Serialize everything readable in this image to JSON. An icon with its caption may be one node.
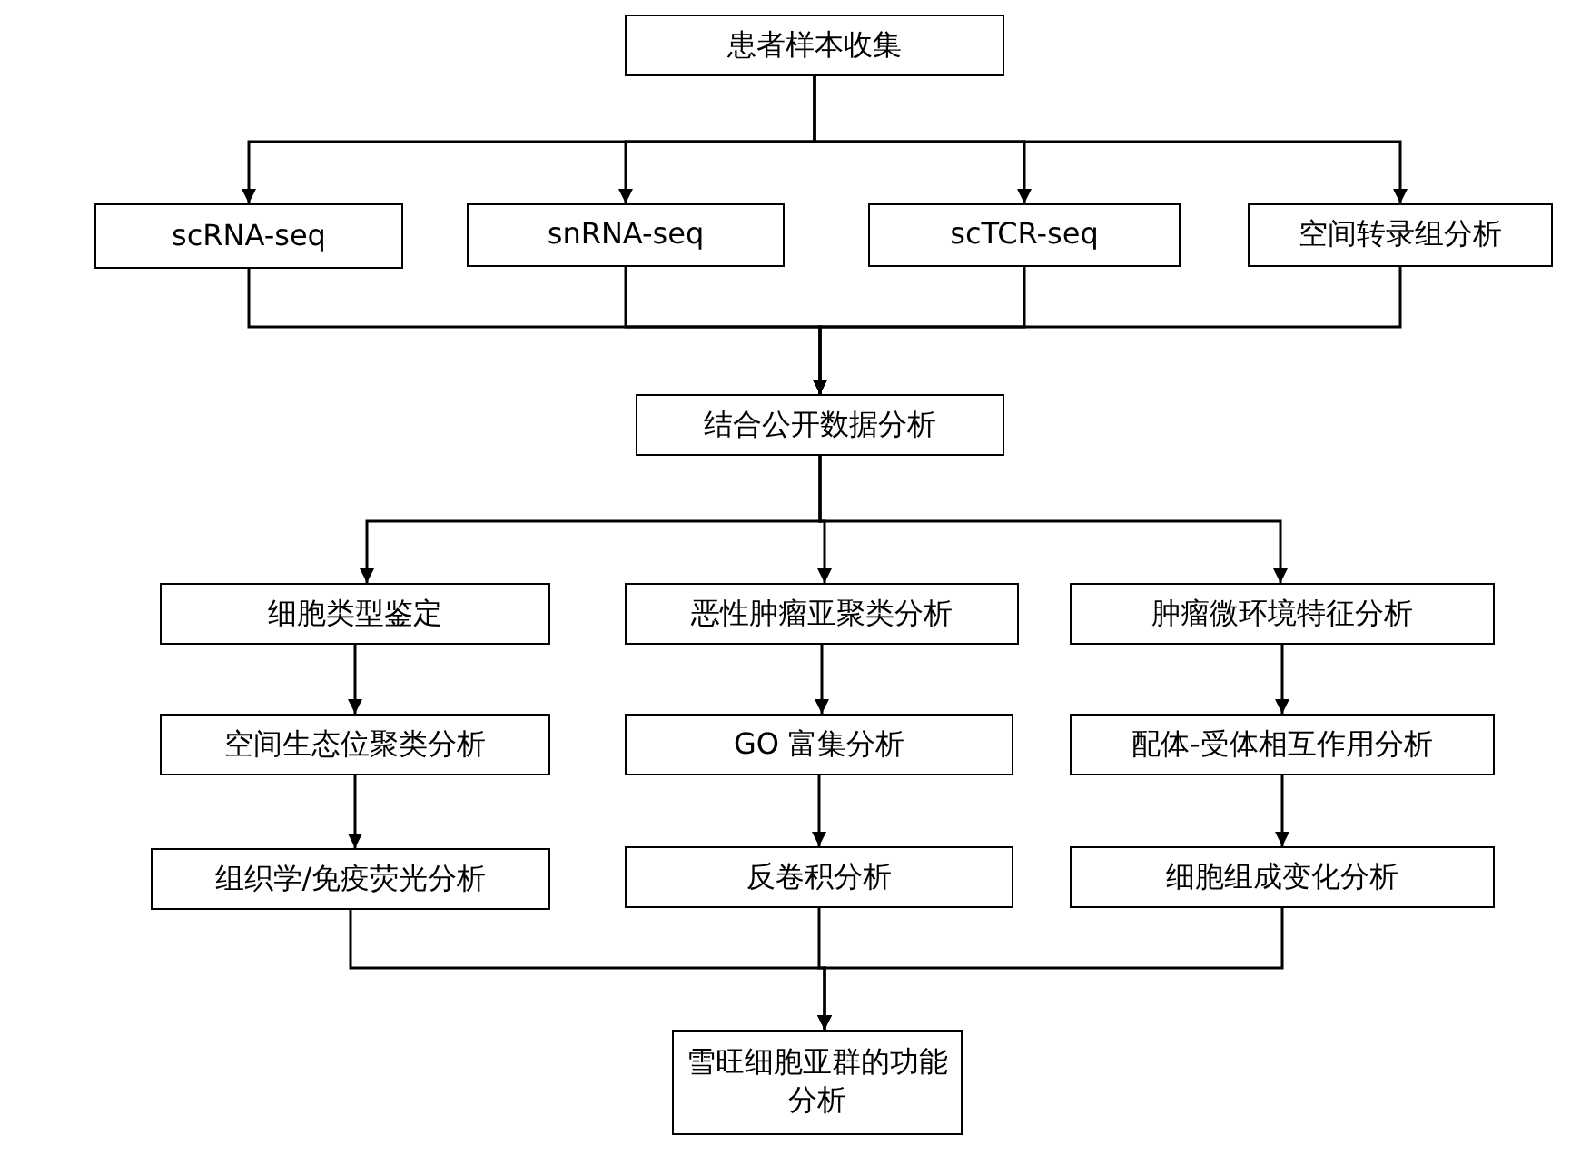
{
  "diagram": {
    "nodes": [
      {
        "text": [
          "患者样本收集"
        ]
      },
      {
        "text": [
          "scRNA-seq"
        ]
      },
      {
        "text": [
          "snRNA-seq"
        ]
      },
      {
        "text": [
          "scTCR-seq"
        ]
      },
      {
        "text": [
          "空间转录组分析"
        ]
      },
      {
        "text": [
          "结合公开数据分析"
        ]
      },
      {
        "text": [
          "细胞类型鉴定"
        ]
      },
      {
        "text": [
          "恶性肿瘤亚聚类分析"
        ]
      },
      {
        "text": [
          "肿瘤微环境特征分析"
        ]
      },
      {
        "text": [
          "空间生态位聚类分析"
        ]
      },
      {
        "text": [
          "GO 富集分析"
        ]
      },
      {
        "text": [
          "配体-受体相互作用分析"
        ]
      },
      {
        "text": [
          "组织学/免疫荧光分析"
        ]
      },
      {
        "text": [
          "反卷积分析"
        ]
      },
      {
        "text": [
          "细胞组成变化分析"
        ]
      },
      {
        "text": [
          "雪旺细胞亚群的功能分析"
        ]
      }
    ],
    "edges": [
      {
        "from": 0,
        "to": 1,
        "arrow": "to"
      },
      {
        "from": 0,
        "to": 2,
        "arrow": "to"
      },
      {
        "from": 0,
        "to": 3,
        "arrow": "to"
      },
      {
        "from": 0,
        "to": 4,
        "arrow": "to"
      },
      {
        "from": 1,
        "to": 5,
        "arrow": "to"
      },
      {
        "from": 2,
        "to": 5,
        "arrow": "to"
      },
      {
        "from": 3,
        "to": 5,
        "arrow": "to"
      },
      {
        "from": 4,
        "to": 5,
        "arrow": "to"
      },
      {
        "from": 5,
        "to": 6,
        "arrow": "to"
      },
      {
        "from": 5,
        "to": 7,
        "arrow": "to"
      },
      {
        "from": 5,
        "to": 8,
        "arrow": "to"
      },
      {
        "from": 6,
        "to": 9,
        "arrow": "to"
      },
      {
        "from": 9,
        "to": 12,
        "arrow": "to"
      },
      {
        "from": 7,
        "to": 10,
        "arrow": "to"
      },
      {
        "from": 10,
        "to": 13,
        "arrow": "to"
      },
      {
        "from": 8,
        "to": 11,
        "arrow": "to"
      },
      {
        "from": 11,
        "to": 14,
        "arrow": "to"
      },
      {
        "from": 12,
        "to": 15,
        "arrow": "to"
      },
      {
        "from": 13,
        "to": 15,
        "arrow": "to"
      },
      {
        "from": 14,
        "to": 15,
        "arrow": "to"
      }
    ]
  }
}
